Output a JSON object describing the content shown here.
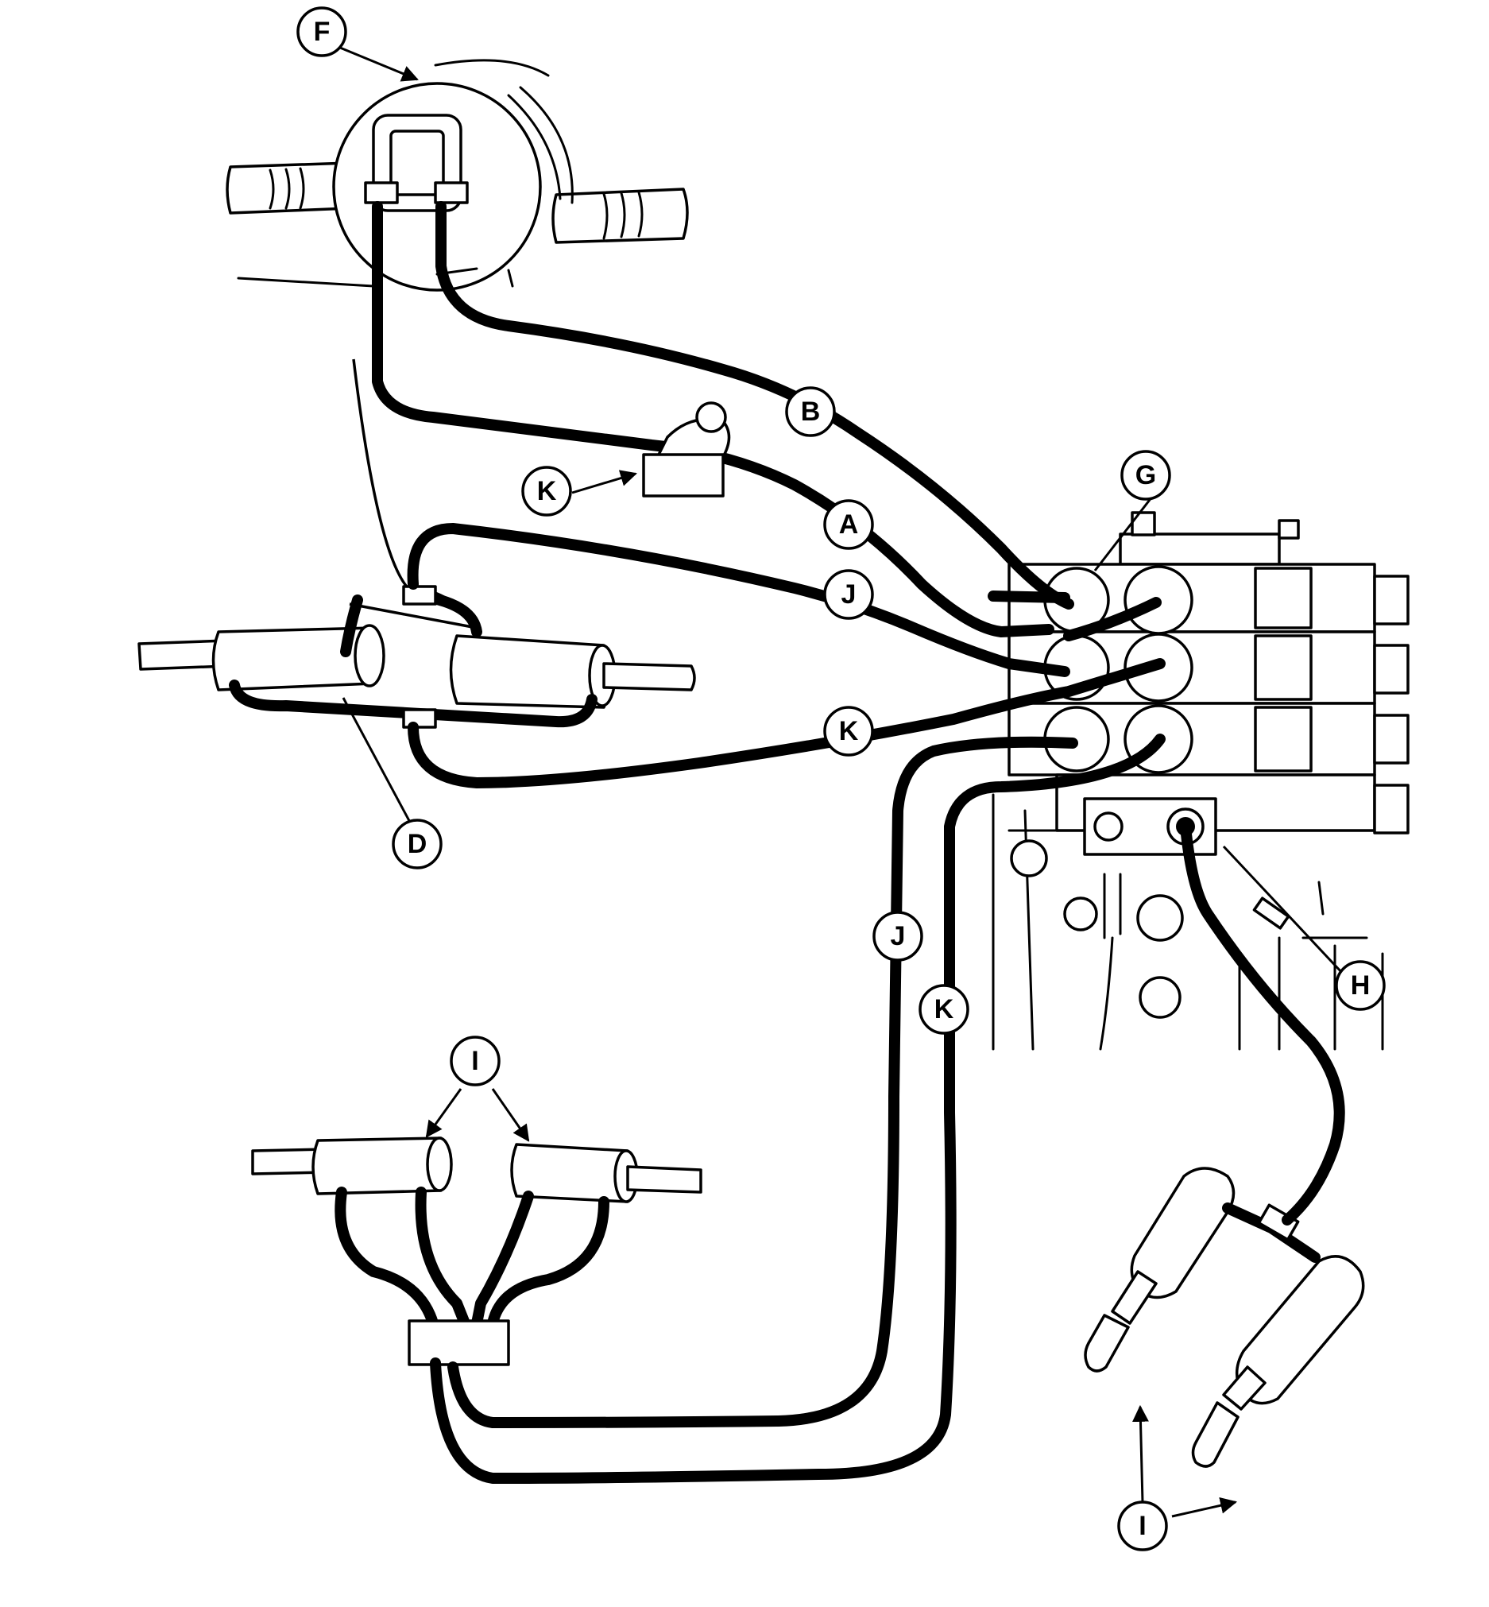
{
  "callouts": {
    "F": "F",
    "B": "B",
    "K_top": "K",
    "A": "A",
    "G": "G",
    "J_mid": "J",
    "K_mid": "K",
    "D": "D",
    "J_low": "J",
    "K_low": "K",
    "H": "H",
    "I_left": "I",
    "I_right": "I"
  },
  "colors": {
    "line": "#000000",
    "background": "#ffffff"
  }
}
